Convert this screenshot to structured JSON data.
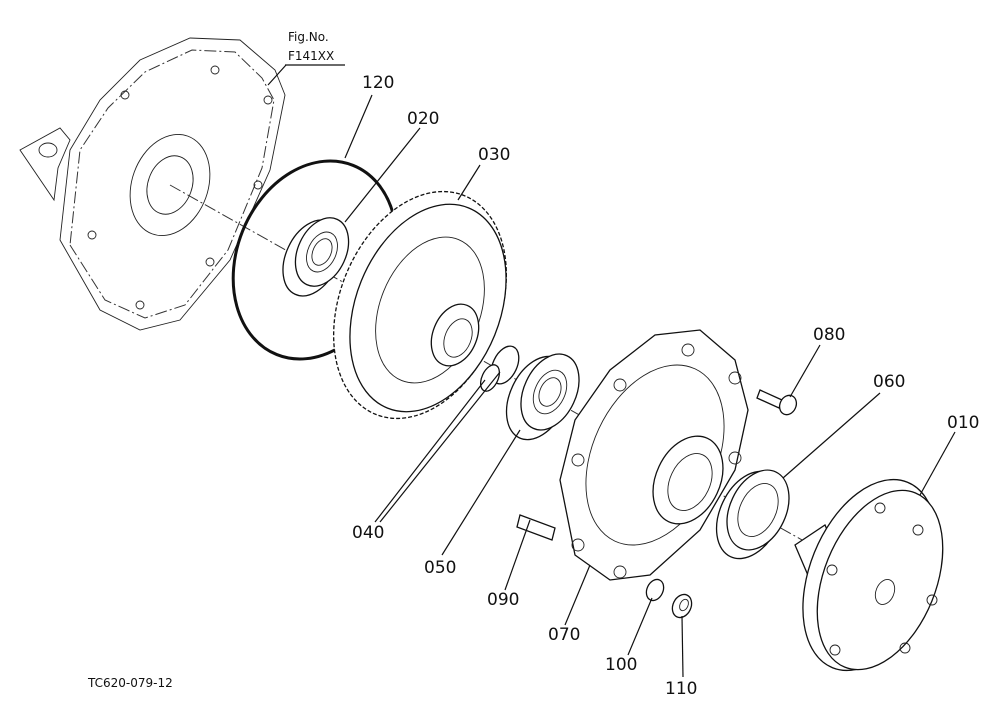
{
  "figure": {
    "fig_label": "Fig.No.",
    "fig_number": "F141XX",
    "drawing_code": "TC620-079-12"
  },
  "parts": [
    {
      "id": "p120",
      "number": "120"
    },
    {
      "id": "p020",
      "number": "020"
    },
    {
      "id": "p030",
      "number": "030"
    },
    {
      "id": "p080",
      "number": "080"
    },
    {
      "id": "p060",
      "number": "060"
    },
    {
      "id": "p010",
      "number": "010"
    },
    {
      "id": "p040",
      "number": "040"
    },
    {
      "id": "p050",
      "number": "050"
    },
    {
      "id": "p090",
      "number": "090"
    },
    {
      "id": "p070",
      "number": "070"
    },
    {
      "id": "p100",
      "number": "100"
    },
    {
      "id": "p110",
      "number": "110"
    }
  ]
}
